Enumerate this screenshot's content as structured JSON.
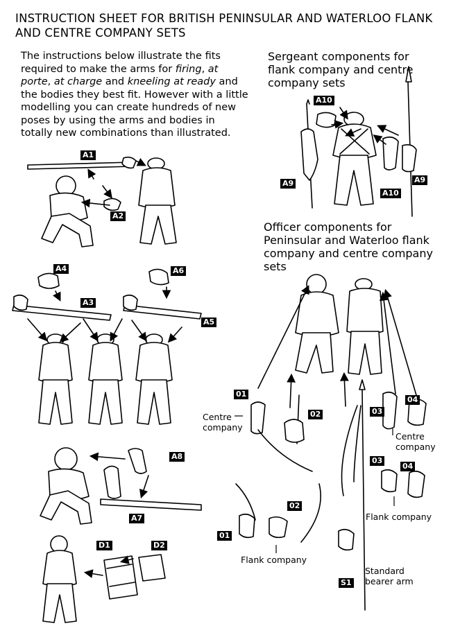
{
  "title": "INSTRUCTION SHEET FOR BRITISH PENINSULAR AND WATERLOO FLANK AND CENTRE COMPANY SETS",
  "intro": {
    "p1": "The instructions below illustrate the fits required to make the arms for",
    "firing": "firing",
    "comma1": ",",
    "at_porte": "at porte",
    "comma2": ",",
    "at_charge": "at charge",
    "and": "and",
    "kneeling": "kneeling at ready",
    "p2": "and the bodies they best fit. However with a little modelling you can create hundreds of new poses by using the arms and bodies in totally new combinations than illustrated."
  },
  "sergeant_heading": "Sergeant components for flank company and centre company sets",
  "officer_heading": "Officer components for Peninsular and Waterloo flank company and centre company sets",
  "tags": {
    "A1": "A1",
    "A2": "A2",
    "A3": "A3",
    "A4": "A4",
    "A5": "A5",
    "A6": "A6",
    "A7": "A7",
    "A8": "A8",
    "A9": "A9",
    "A10": "A10",
    "D1": "D1",
    "D2": "D2",
    "O1": "01",
    "O2": "02",
    "O3": "03",
    "O4": "04",
    "S1": "S1"
  },
  "captions": {
    "centre_company_left": "Centre company",
    "centre_company_right": "Centre company",
    "flank_company_right": "Flank company",
    "flank_company_bottom": "Flank company",
    "standard_bearer": "Standard bearer arm"
  }
}
